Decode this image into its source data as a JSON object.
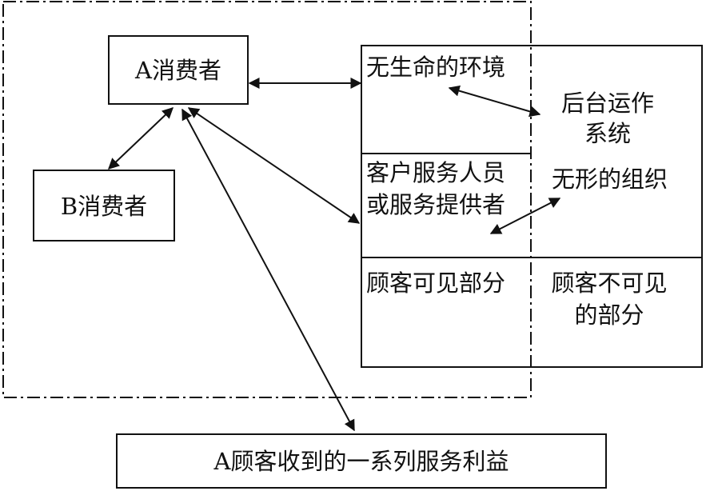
{
  "nodes": {
    "consumer_a": "A消费者",
    "consumer_b": "B消费者",
    "inanimate_environment": "无生命的环境",
    "backstage_system": [
      "后台运作",
      "系统"
    ],
    "service_staff": [
      "客户服务人员",
      "或服务提供者"
    ],
    "invisible_organization": "无形的组织",
    "visible_part": "顾客可见部分",
    "invisible_part": [
      "顾客不可见",
      "的部分"
    ],
    "benefits": "A顾客收到的一系列服务利益"
  }
}
